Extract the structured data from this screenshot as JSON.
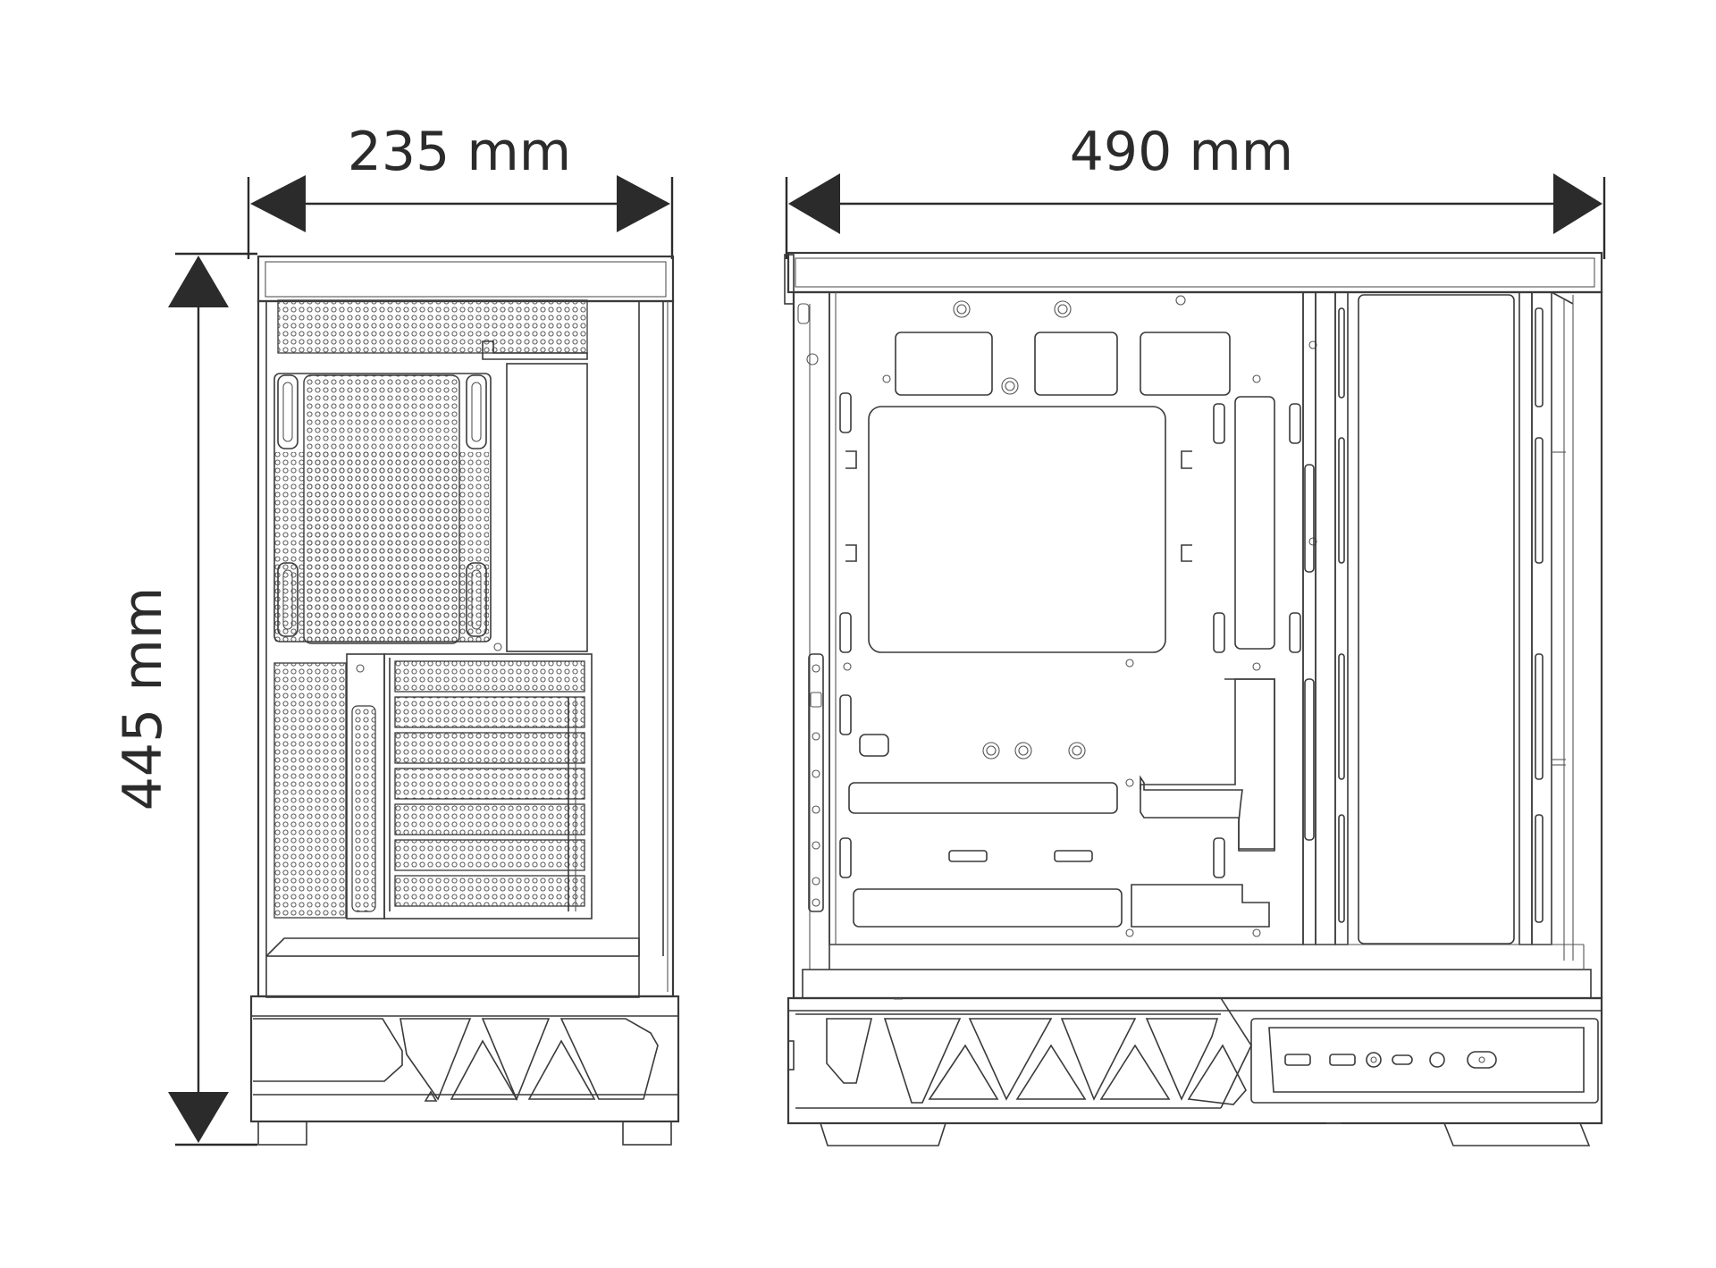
{
  "dimensions": {
    "width": "235 mm",
    "length": "490 mm",
    "height": "445 mm"
  },
  "colors": {
    "line": "#3a3a3a",
    "text": "#2b2b2b",
    "background": "#ffffff"
  }
}
